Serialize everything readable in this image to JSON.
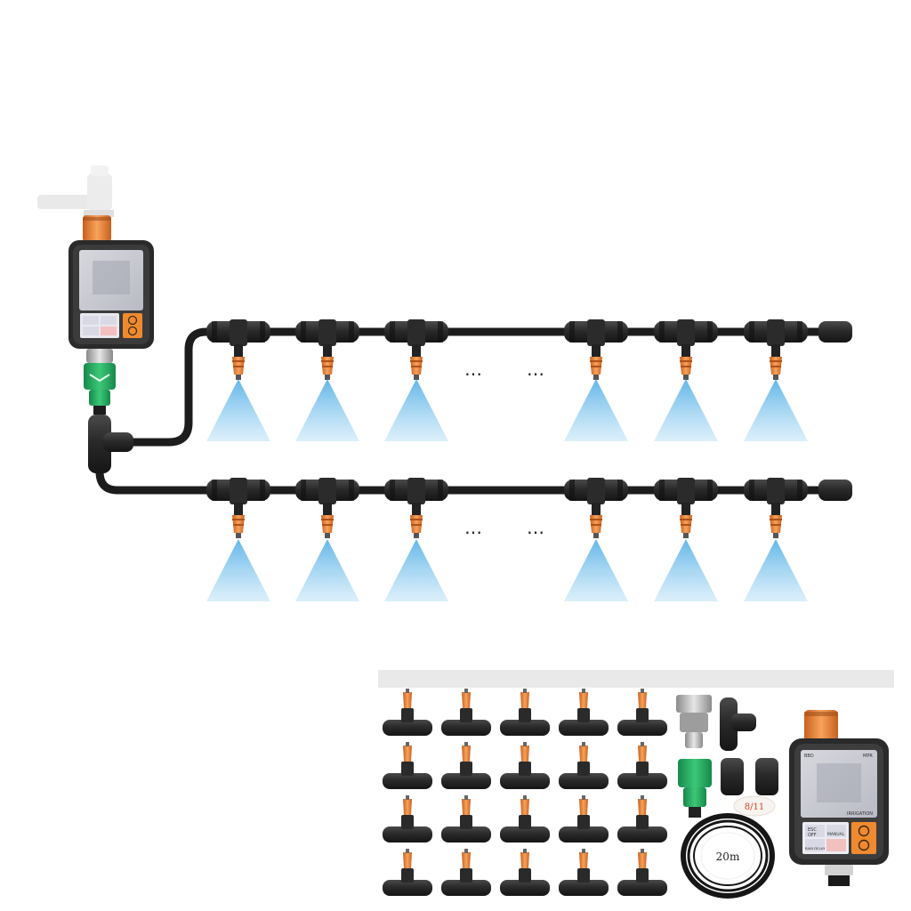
{
  "diagram": {
    "upper_row_ellipsis": [
      "…",
      "…"
    ],
    "lower_row_ellipsis": [
      "…",
      "…"
    ]
  },
  "kit": {
    "tube_length_label": "20m",
    "fitting_size_label": "8/11"
  },
  "timer": {
    "screen_top_left": "BBD",
    "screen_top_right": "MPR",
    "screen_bottom_right": "IRRIGATION",
    "btn_esc": "ESC",
    "btn_off": "OFF",
    "btn_manual": "MANUAL",
    "btn_rain_delay": "RAIN DELAY"
  },
  "colors": {
    "accent_orange": "#f08a2e",
    "nozzle_orange": "#e9834f",
    "connector_green": "#25a35a",
    "mist_blue": "#6fb9e6",
    "pipe_black": "#1c1c1c"
  }
}
